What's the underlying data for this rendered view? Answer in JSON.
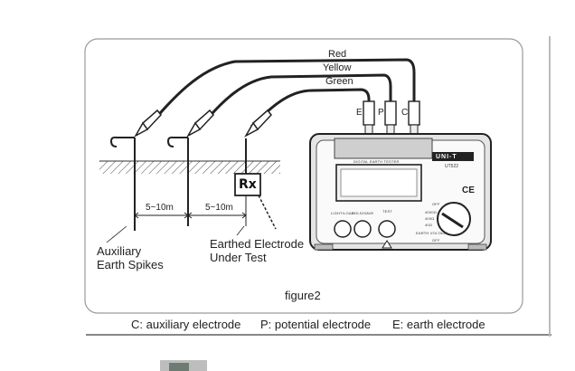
{
  "wires": {
    "red": "Red",
    "yellow": "Yellow",
    "green": "Green"
  },
  "terminals": {
    "e": "E",
    "p": "P",
    "c": "C"
  },
  "spacing": {
    "left": "5~10m",
    "right": "5~10m"
  },
  "rx_label": "Rx",
  "labels": {
    "aux_line1": "Auxiliary",
    "aux_line2": "Earth Spikes",
    "electrode_line1": "Earthed Electrode",
    "electrode_line2": "Under Test"
  },
  "tester": {
    "brand": "UNI-T",
    "model": "UT522",
    "panel_title": "DIGITAL EARTH TESTER",
    "button_light": "LIGHT/LOAD",
    "button_hold": "HOLD/SAVE",
    "button_test": "TEST",
    "dial_off_top": "OFF",
    "dial_range1": "4000Ω",
    "dial_range2": "400Ω",
    "dial_range3": "40Ω",
    "dial_earth": "EARTH VOLTAGE",
    "dial_off_bottom": "OFF",
    "ce_mark": "CE"
  },
  "caption": "figure2",
  "legend": {
    "c": "C: auxiliary electrode",
    "p": "P: potential electrode",
    "e": "E: earth electrode"
  },
  "colors": {
    "frame": "#9a9a9a",
    "ink": "#222222",
    "device_body": "#d9d9d9",
    "device_dark": "#333333"
  }
}
